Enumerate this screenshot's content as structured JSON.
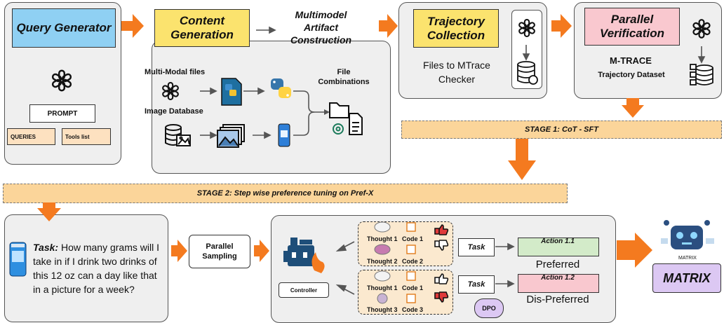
{
  "query": {
    "title": "Query Generator",
    "prompt": "PROMPT",
    "queries": "QUERIES",
    "tools": "Tools list"
  },
  "content": {
    "title": "Content Generation",
    "artifact": "Multimodel Artifact Construction",
    "files": "Multi-Modal files",
    "imagedb": "Image Database",
    "combinations": "File Combinations"
  },
  "trajectory": {
    "title": "Trajectory Collection",
    "sub": "Files to MTrace Checker"
  },
  "verification": {
    "title": "Parallel Verification",
    "dataset_name": "M-TRACE",
    "dataset_label": "Trajectory Dataset"
  },
  "stage1": "STAGE 1:  CoT - SFT",
  "stage2": "STAGE 2: Step wise preference tuning on Pref-X",
  "task": {
    "label": "Task:",
    "text": "How many grams will I take in if I drink two drinks of this 12 oz can a day like that in a picture for a week?"
  },
  "sampling": "Parallel Sampling",
  "controller": "Controller",
  "thoughts": {
    "t1": "Thought 1",
    "c1": "Code 1",
    "t2": "Thought 2",
    "c2": "Code 2",
    "t3": "Thought 3",
    "c3": "Code 3"
  },
  "pref": {
    "task": "Task",
    "action1": "Action 1.1",
    "action2": "Action 1.2",
    "preferred": "Preferred",
    "dispreferred": "Dis-Preferred",
    "dpo": "DPO"
  },
  "matrix": {
    "title": "MATRIX",
    "logo": "MATRIX"
  },
  "colors": {
    "blue": "#8fd0f3",
    "yellow": "#fbe36e",
    "pink": "#f9c8cf",
    "green": "#d3ebc9",
    "orange": "#f47a1f",
    "stage": "#fbd59a",
    "purple": "#dcc8f3",
    "peach": "#fde1c0"
  }
}
